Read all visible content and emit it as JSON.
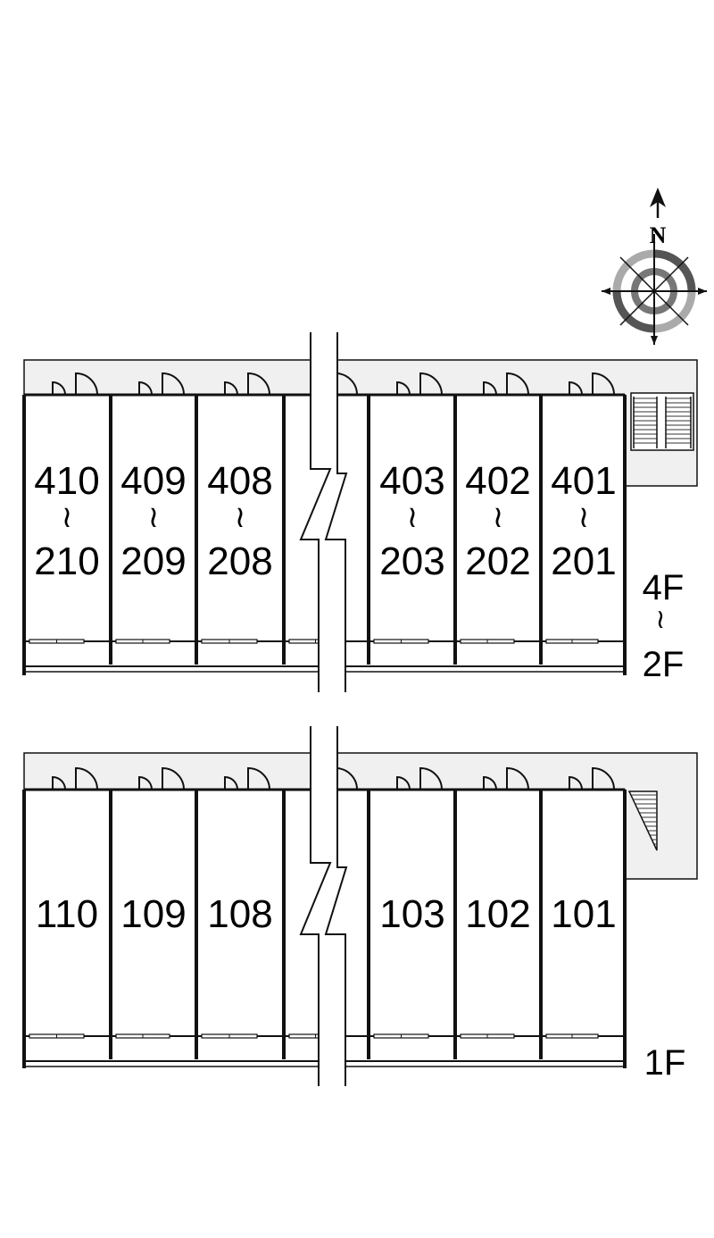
{
  "compass": {
    "north_label": "N"
  },
  "floors": [
    {
      "id": "upper",
      "floor_label_top": "4F",
      "floor_label_tilde": "≀",
      "floor_label_bottom": "2F",
      "rooms": [
        {
          "top": "410",
          "bottom": "210"
        },
        {
          "top": "409",
          "bottom": "209"
        },
        {
          "top": "408",
          "bottom": "208"
        },
        {
          "top": "403",
          "bottom": "203"
        },
        {
          "top": "402",
          "bottom": "202"
        },
        {
          "top": "401",
          "bottom": "201"
        }
      ],
      "room_tilde": "≀"
    },
    {
      "id": "ground",
      "floor_label": "1F",
      "rooms": [
        "110",
        "109",
        "108",
        "103",
        "102",
        "101"
      ]
    }
  ],
  "colors": {
    "line": "#111111",
    "corridor": "#f0f0f0",
    "stair": "#555555",
    "compass_gray": "#9a9a9a",
    "compass_dark": "#444444"
  }
}
